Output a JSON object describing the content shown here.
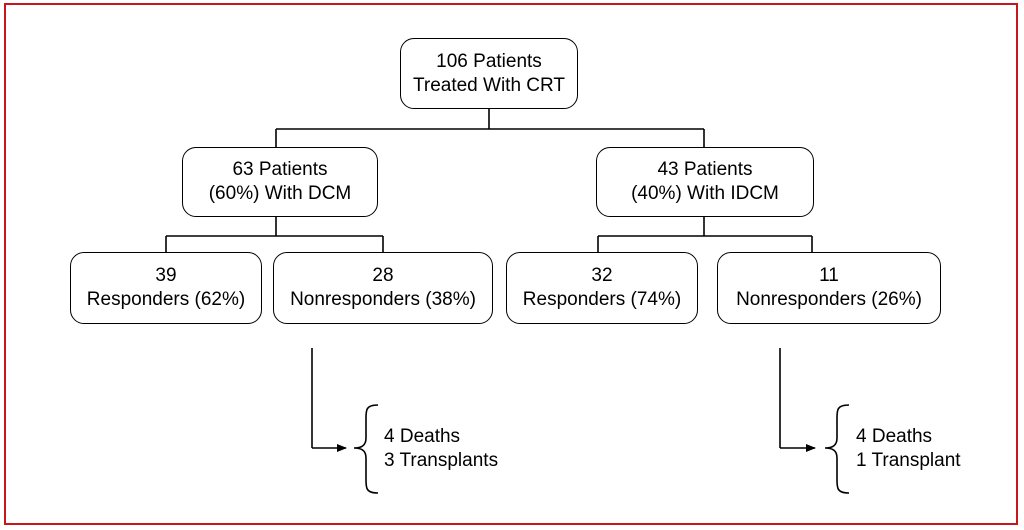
{
  "colors": {
    "frame_border": "#c8161d",
    "line": "#000000",
    "text": "#000000",
    "box_fill": "#ffffff"
  },
  "root": {
    "line1": "106 Patients",
    "line2": "Treated With CRT"
  },
  "dcm": {
    "line1": "63 Patients",
    "line2": "(60%) With DCM",
    "responders": {
      "line1": "39",
      "line2": "Responders (62%)"
    },
    "nonresponders": {
      "line1": "28",
      "line2": "Nonresponders (38%)"
    },
    "outcomes": {
      "line1": "4 Deaths",
      "line2": "3 Transplants"
    }
  },
  "idcm": {
    "line1": "43 Patients",
    "line2": "(40%) With IDCM",
    "responders": {
      "line1": "32",
      "line2": "Responders (74%)"
    },
    "nonresponders": {
      "line1": "11",
      "line2": "Nonresponders (26%)"
    },
    "outcomes": {
      "line1": "4 Deaths",
      "line2": "1 Transplant"
    }
  }
}
